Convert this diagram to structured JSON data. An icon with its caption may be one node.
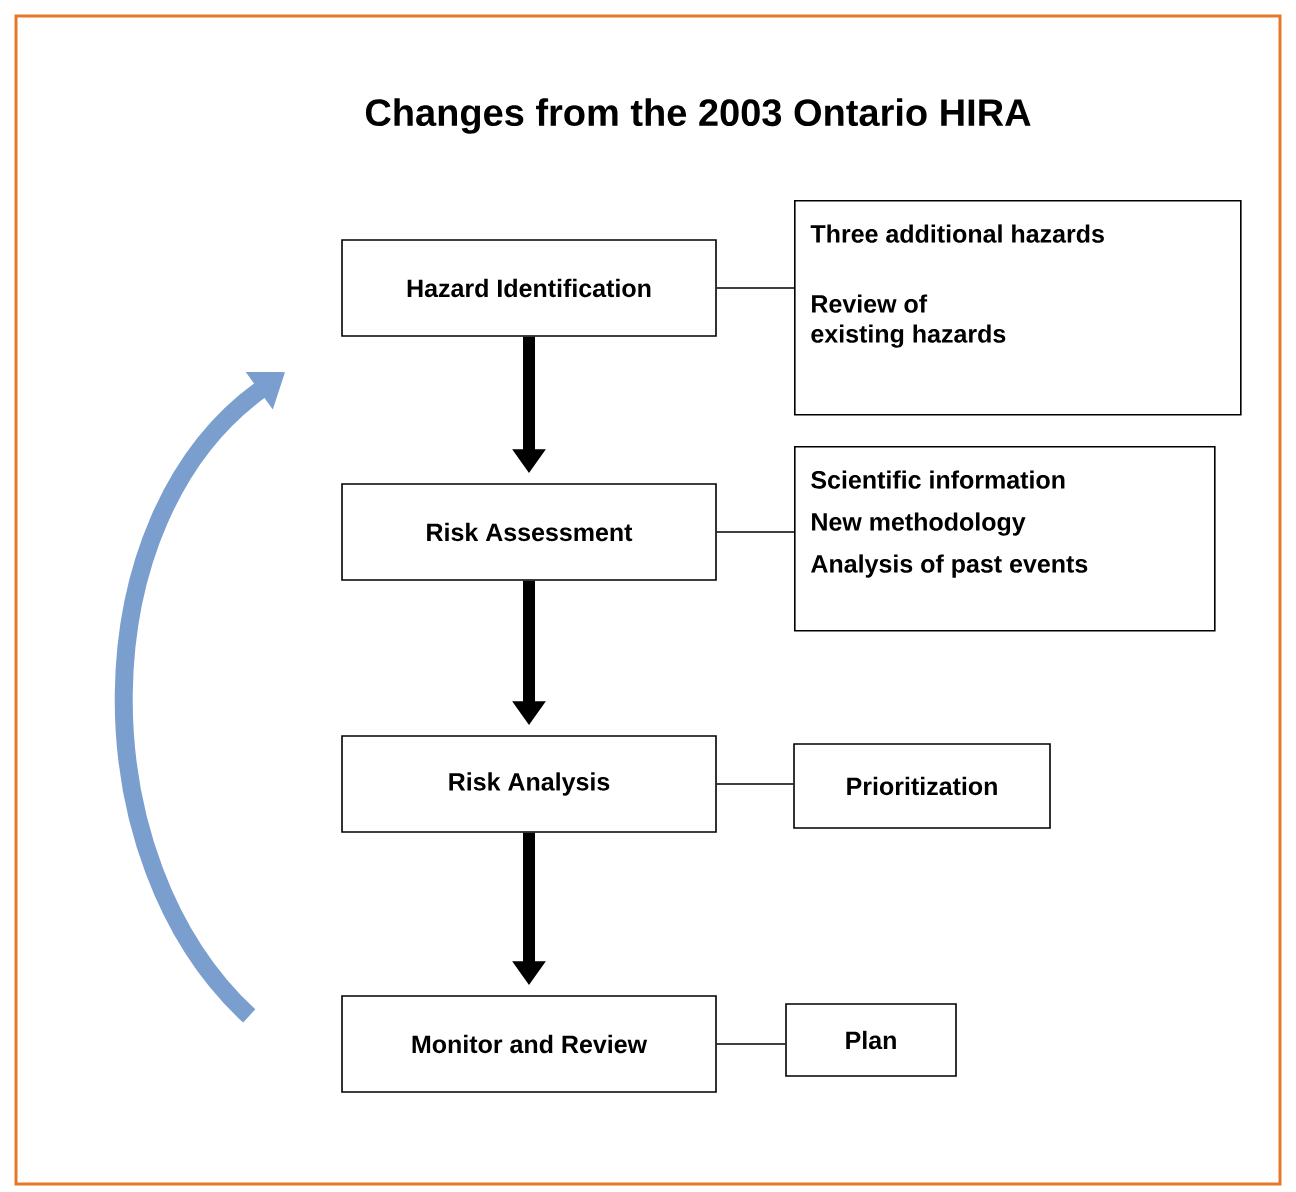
{
  "diagram": {
    "title": "Changes from the 2003 Ontario HIRA",
    "nodes": [
      {
        "text": [
          "Hazard Identification"
        ]
      },
      {
        "text": [
          "Three additional hazards",
          "Review of existing hazards"
        ]
      },
      {
        "text": [
          "Risk Assessment"
        ]
      },
      {
        "text": [
          "Scientific information",
          "New methodology",
          "Analysis of past events"
        ]
      },
      {
        "text": [
          "Risk Analysis"
        ]
      },
      {
        "text": [
          "Prioritization"
        ]
      },
      {
        "text": [
          "Monitor and Review"
        ]
      },
      {
        "text": [
          "Plan"
        ]
      }
    ],
    "edges": [
      {
        "from": 0,
        "to": 2,
        "arrow": "to",
        "style": "thick"
      },
      {
        "from": 2,
        "to": 4,
        "arrow": "to",
        "style": "thick"
      },
      {
        "from": 4,
        "to": 6,
        "arrow": "to",
        "style": "thick"
      },
      {
        "from": 0,
        "to": 1,
        "arrow": "none"
      },
      {
        "from": 2,
        "to": 3,
        "arrow": "none"
      },
      {
        "from": 4,
        "to": 5,
        "arrow": "none"
      },
      {
        "from": 6,
        "to": 7,
        "arrow": "none"
      },
      {
        "from": 6,
        "to": 0,
        "arrow": "to",
        "style": "thick",
        "color": "#7a9fcf"
      }
    ]
  }
}
